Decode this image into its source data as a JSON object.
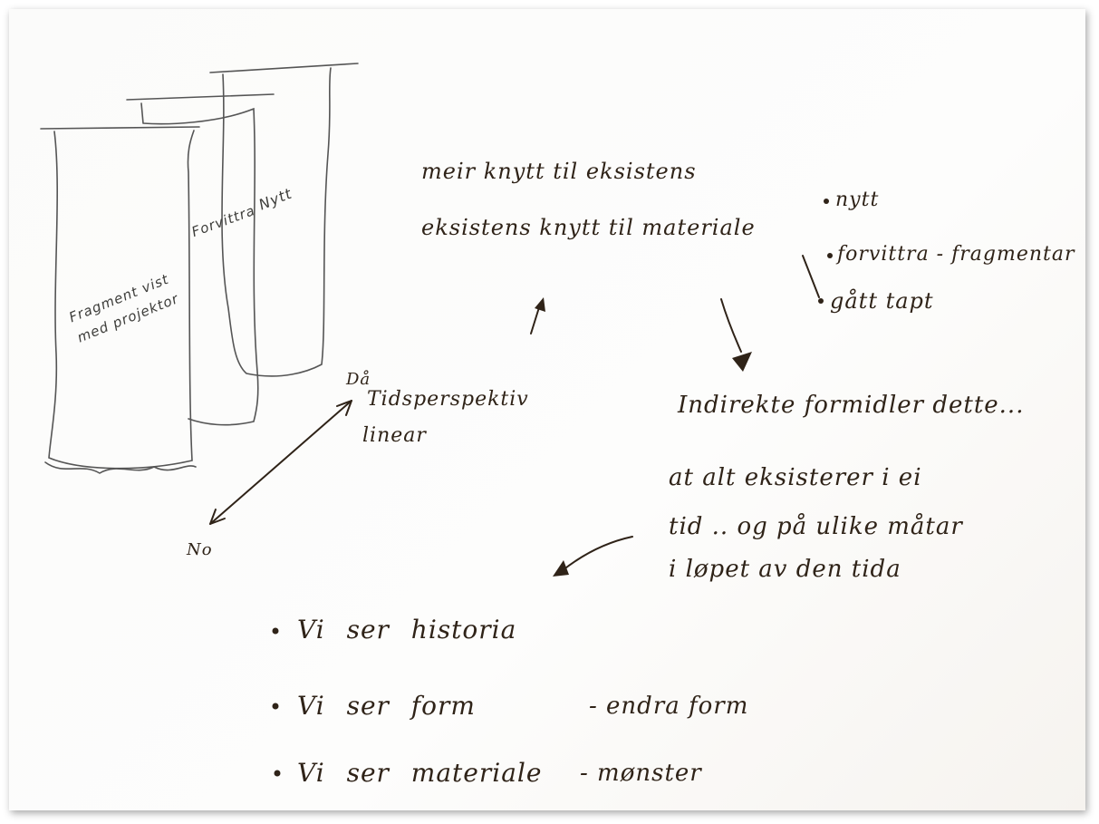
{
  "panels": {
    "front": "Fragment vist med projektor",
    "middle": "Forvittra",
    "back": "Nytt"
  },
  "axis": {
    "top_label": "Då",
    "title": "Tidsperspektiv",
    "subtitle": "linear",
    "bottom_label": "No"
  },
  "notes": {
    "line1": "meir knytt til eksistens",
    "line2": "eksistens knytt til materiale"
  },
  "bullets_right": [
    "nytt",
    "forvittra - fragmentar",
    "gått tapt"
  ],
  "indirect": "Indirekte formidler dette...",
  "existence": [
    "at alt eksisterer i ei",
    "tid .. og på ulike måtar",
    "i løpet av den tida"
  ],
  "bullets_bottom": [
    {
      "a": "Vi ser historia",
      "b": ""
    },
    {
      "a": "Vi ser form",
      "b": "- endra form"
    },
    {
      "a": "Vi ser materiale",
      "b": "- mønster"
    }
  ],
  "colors": {
    "ink": "#2f2318",
    "pencil": "#3d3d3a"
  }
}
